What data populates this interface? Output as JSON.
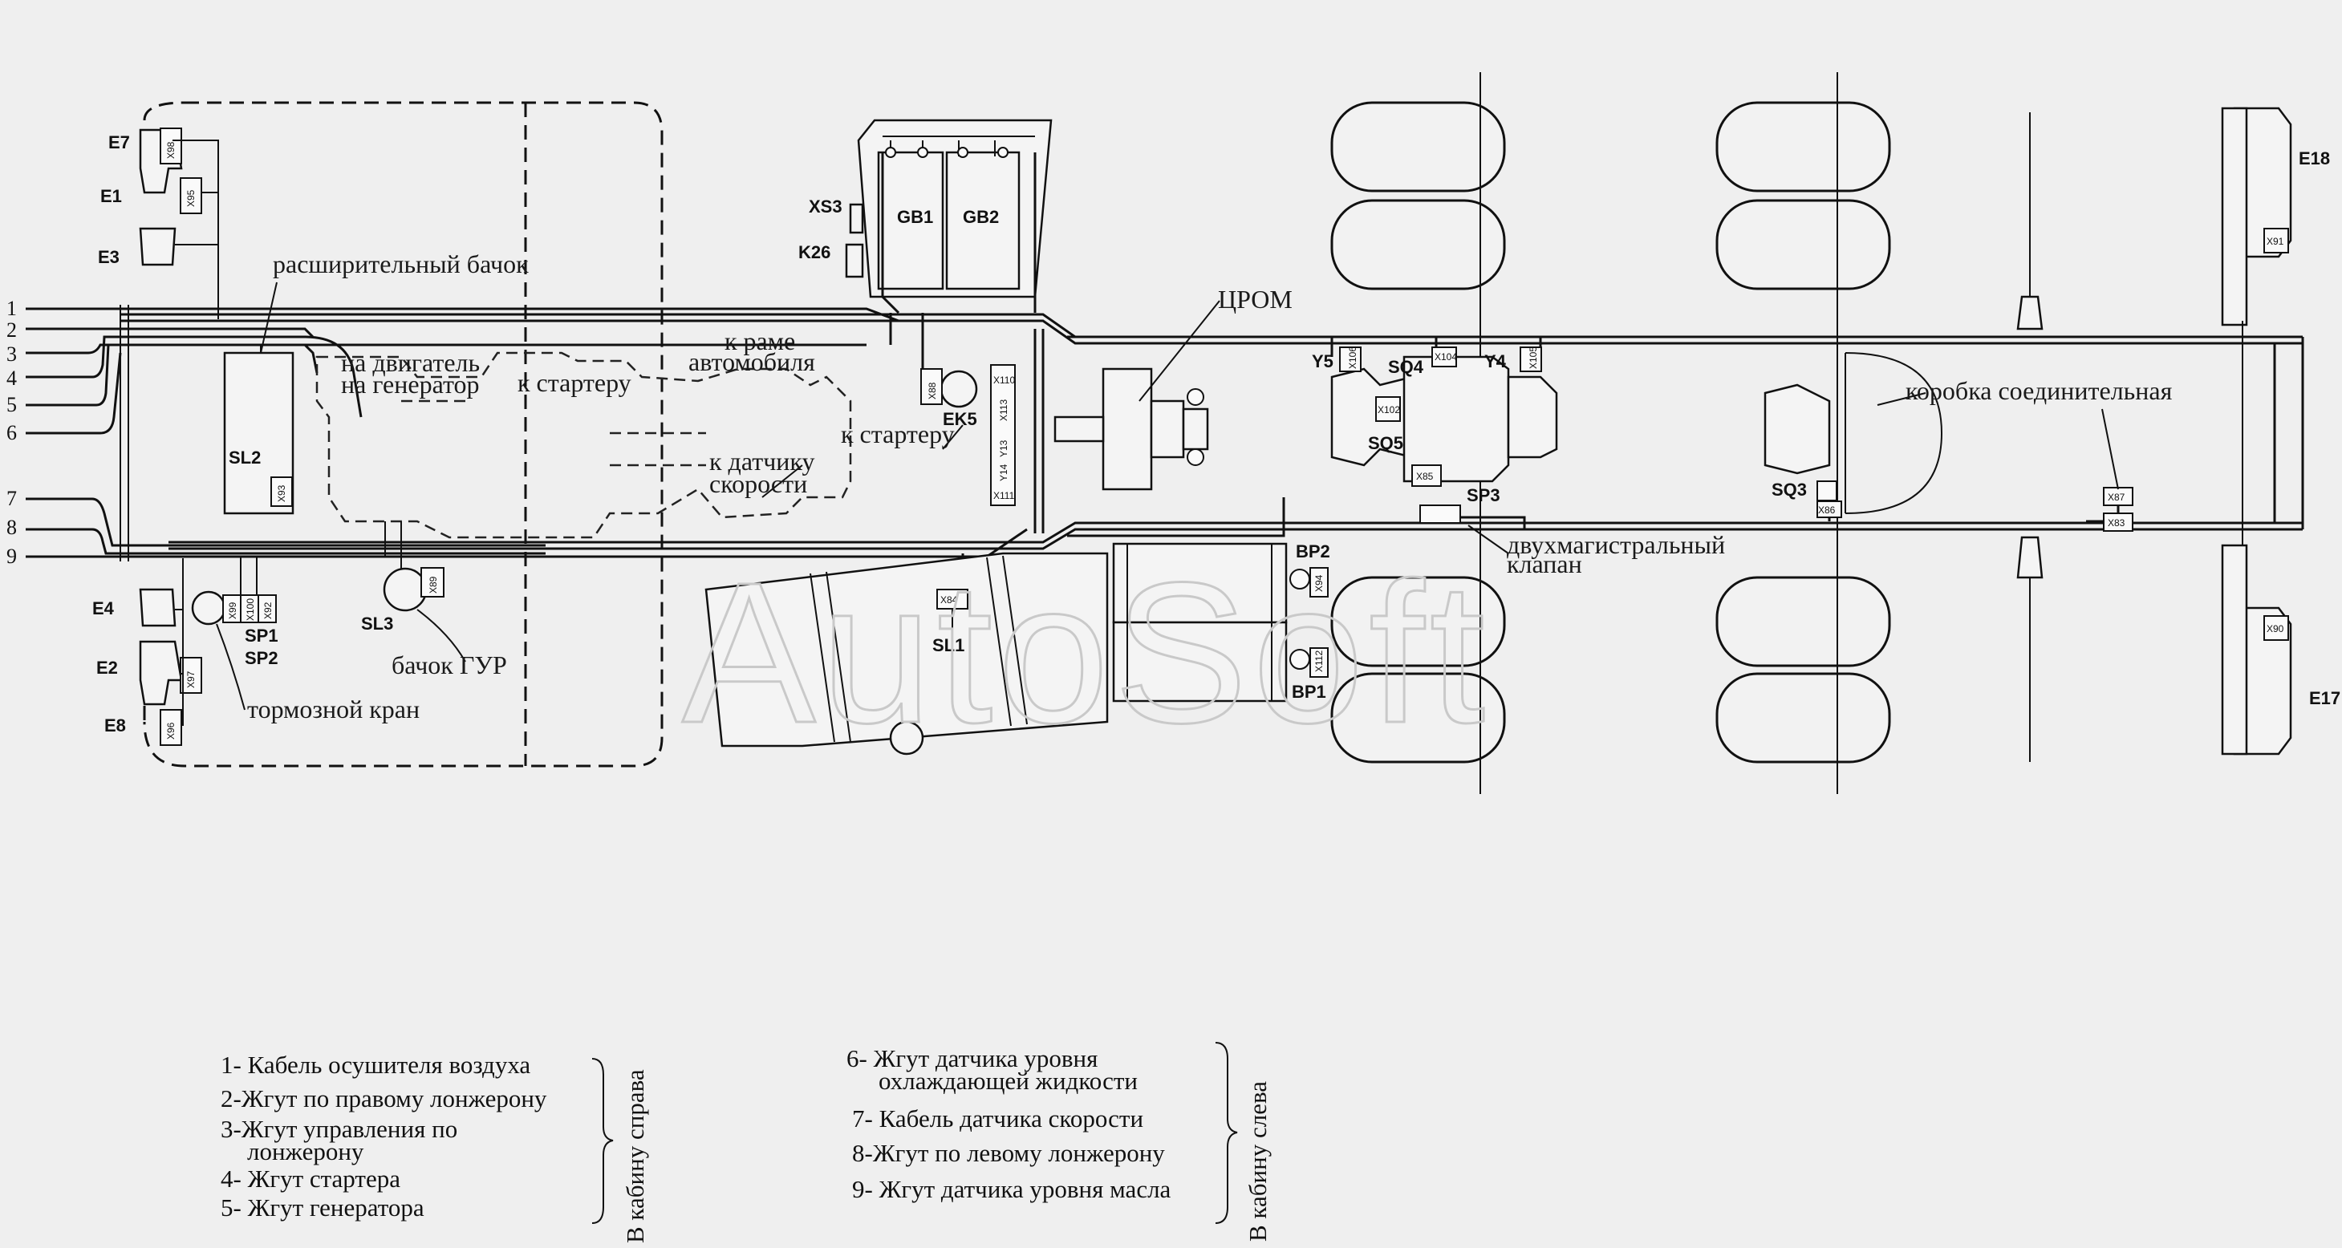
{
  "watermark": "AutoSoft",
  "labels": {
    "expansion_tank": "расширительный бачок",
    "to_engine": "на двигатель",
    "to_generator": "на генератор",
    "to_starter_1": "к стартеру",
    "to_frame_1": "к раме",
    "to_frame_2": "автомобиля",
    "to_starter_2": "к стартеру",
    "to_speed_sensor_1": "к датчику",
    "to_speed_sensor_2": "скорости",
    "crom": "ЦРОМ",
    "junction_box": "коробка соединительная",
    "two_line_valve_1": "двухмагистральный",
    "two_line_valve_2": "клапан",
    "gur_tank": "бачок ГУР",
    "brake_valve": "тормозной кран"
  },
  "component_tags": {
    "E7": "E7",
    "E1": "E1",
    "E3": "E3",
    "E4": "E4",
    "E2": "E2",
    "E8": "E8",
    "E18": "E18",
    "E17": "E17",
    "XS3": "XS3",
    "K26": "K26",
    "GB1": "GB1",
    "GB2": "GB2",
    "SL2": "SL2",
    "SL3": "SL3",
    "SL1": "SL1",
    "SP1": "SP1",
    "SP2": "SP2",
    "SP3": "SP3",
    "EK5": "EK5",
    "Y5": "Y5",
    "Y4": "Y4",
    "SQ4": "SQ4",
    "SQ5": "SQ5",
    "SQ3": "SQ3",
    "BP2": "BP2",
    "BP1": "BP1"
  },
  "connector_tags": {
    "X98": "X98",
    "X95": "X95",
    "X96": "X96",
    "X97": "X97",
    "X93": "X93",
    "X89": "X89",
    "X84": "X84",
    "X88": "X88",
    "X110": "X110",
    "X113": "X113",
    "Y13": "Y13",
    "Y14": "Y14",
    "X111": "X111",
    "X102": "X102",
    "X104": "X104",
    "X106": "X106",
    "X105": "X105",
    "X85": "X85",
    "X86": "X86",
    "X87": "X87",
    "X83": "X83",
    "X91": "X91",
    "X90": "X90",
    "X100": "X100",
    "X99": "X99",
    "X92": "X92",
    "X94": "X94",
    "X112": "X112"
  },
  "harness_numbers": [
    "1",
    "2",
    "3",
    "4",
    "5",
    "6",
    "7",
    "8",
    "9"
  ],
  "legend": {
    "left": [
      "1- Кабель осушителя воздуха",
      "2-Жгут по правому лонжерону",
      "3-Жгут управления  по",
      "лонжерону",
      "4- Жгут стартера",
      "5- Жгут генератора"
    ],
    "left_group": "В кабину справа",
    "right": [
      "6- Жгут датчика уровня",
      "охлаждающей жидкости",
      "7- Кабель датчика скорости",
      "8-Жгут по левому лонжерону",
      "9- Жгут датчика уровня масла"
    ],
    "right_group": "В кабину слева"
  }
}
